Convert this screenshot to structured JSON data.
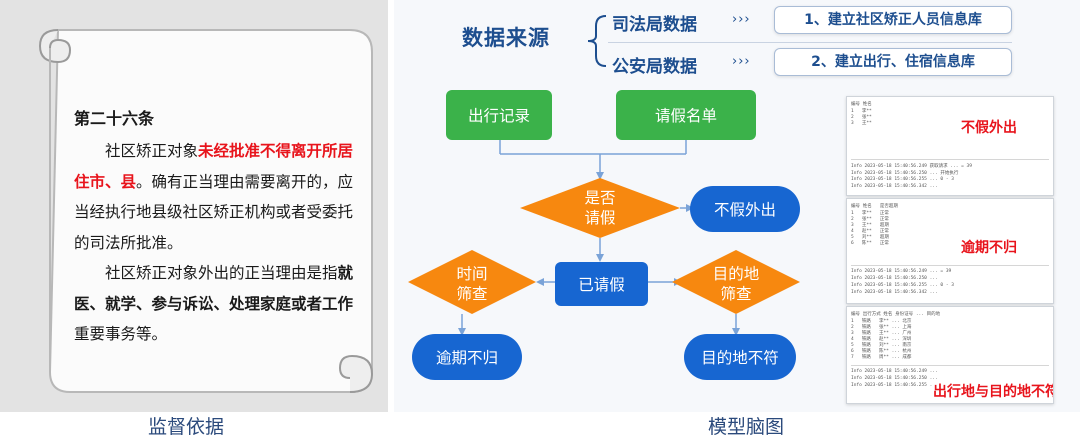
{
  "left_panel": {
    "title": "第二十六条",
    "para1_a": "社区矫正对象",
    "para1_red": "未经批准不得离开所居住市、县",
    "para1_b": "。确有正当理由需要离开的，应当经执行地县级社区矫正机构或者受委托的司法所批准。",
    "para2_a": "社区矫正对象外出的正当理由是指",
    "para2_bold1": "就医、就学、参与诉讼、处理家庭或者工作",
    "para2_b": "重要事务等。",
    "caption": "监督依据"
  },
  "data_source": {
    "title": "数据来源",
    "rows": [
      {
        "source": "司法局数据",
        "arrows": "›››",
        "task": "1、建立社区矫正人员信息库"
      },
      {
        "source": "公安局数据",
        "arrows": "›››",
        "task": "2、建立出行、住宿信息库"
      }
    ]
  },
  "flow": {
    "travel_records": "出行记录",
    "leave_list": "请假名单",
    "decision_leave": "是否\n请假",
    "no_leave_outing": "不假外出",
    "on_leave": "已请假",
    "time_screen": "时间\n筛查",
    "dest_screen": "目的地\n筛查",
    "overdue": "逾期不归",
    "dest_mismatch": "目的地不符",
    "colors": {
      "green": "#3bb24a",
      "blue": "#1766d1",
      "orange": "#f7880f"
    }
  },
  "screenshots": [
    {
      "label": "不假外出"
    },
    {
      "label": "逾期不归"
    },
    {
      "label": "出行地与目的地不符"
    }
  ],
  "right_caption": "模型脑图"
}
